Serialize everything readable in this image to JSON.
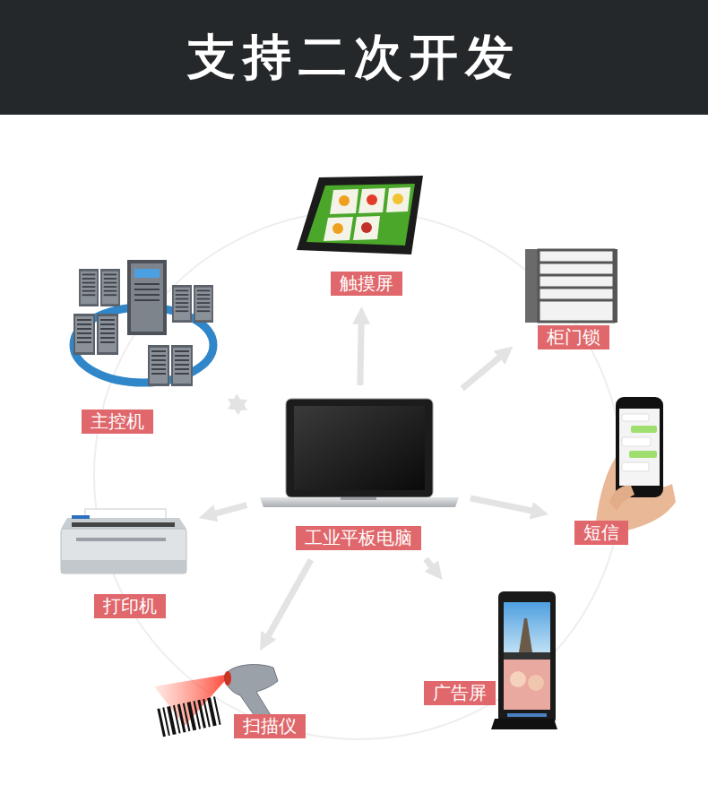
{
  "diagram": {
    "title": "支持二次开发",
    "nodes": [
      {
        "text": [
          "触摸屏"
        ]
      },
      {
        "text": [
          "柜门锁"
        ]
      },
      {
        "text": [
          "主控机"
        ]
      },
      {
        "text": [
          "短信"
        ]
      },
      {
        "text": [
          "工业平板电脑"
        ]
      },
      {
        "text": [
          "打印机"
        ]
      },
      {
        "text": [
          "广告屏"
        ]
      },
      {
        "text": [
          "扫描仪"
        ]
      }
    ],
    "edges": [
      {
        "from": 4,
        "to": 0,
        "arrow": "to"
      },
      {
        "from": 4,
        "to": 1,
        "arrow": "to"
      },
      {
        "from": 4,
        "to": 2,
        "arrow": "both"
      },
      {
        "from": 4,
        "to": 3,
        "arrow": "to"
      },
      {
        "from": 4,
        "to": 5,
        "arrow": "to"
      },
      {
        "from": 4,
        "to": 6,
        "arrow": "to"
      },
      {
        "from": 4,
        "to": 7,
        "arrow": "to"
      }
    ]
  }
}
